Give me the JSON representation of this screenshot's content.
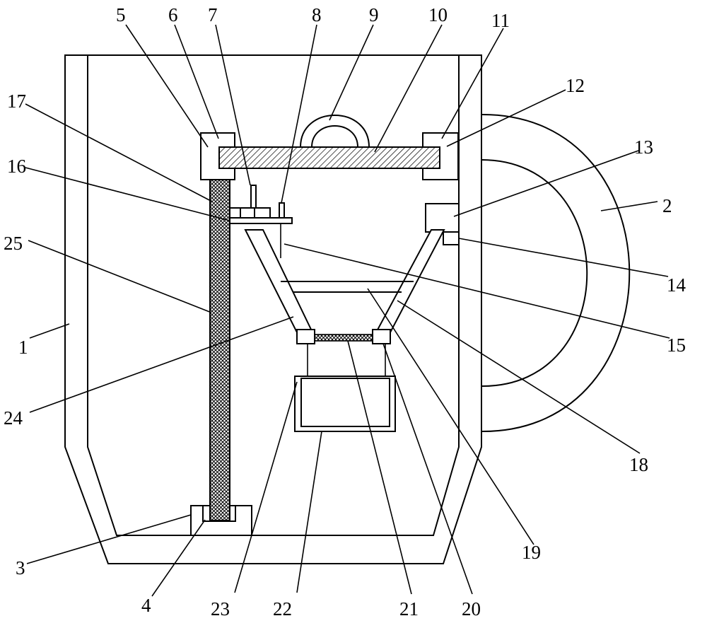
{
  "diagram": {
    "labels": [
      "1",
      "2",
      "3",
      "4",
      "5",
      "6",
      "7",
      "8",
      "9",
      "10",
      "11",
      "12",
      "13",
      "14",
      "15",
      "16",
      "17",
      "18",
      "19",
      "20",
      "21",
      "22",
      "23",
      "24",
      "25"
    ],
    "colors": {
      "line": "#000000",
      "background": "#ffffff"
    }
  }
}
